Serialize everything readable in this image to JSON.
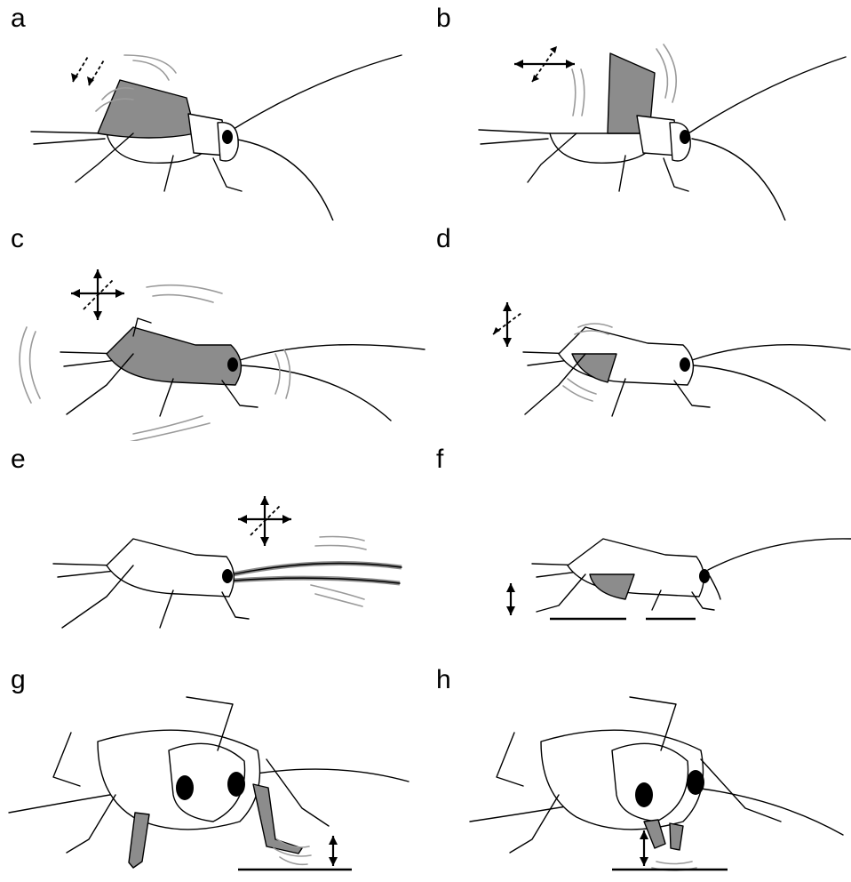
{
  "figure": {
    "panels": [
      {
        "id": "a",
        "label": "a",
        "highlight": "forewings",
        "view": "side"
      },
      {
        "id": "b",
        "label": "b",
        "highlight": "raised-forewings",
        "view": "side"
      },
      {
        "id": "c",
        "label": "c",
        "highlight": "whole-body",
        "view": "side"
      },
      {
        "id": "d",
        "label": "d",
        "highlight": "abdomen",
        "view": "side"
      },
      {
        "id": "e",
        "label": "e",
        "highlight": "antennae",
        "view": "side"
      },
      {
        "id": "f",
        "label": "f",
        "highlight": "abdomen-tapping-ground",
        "view": "side"
      },
      {
        "id": "g",
        "label": "g",
        "highlight": "foreleg",
        "view": "front"
      },
      {
        "id": "h",
        "label": "h",
        "highlight": "mouthparts",
        "view": "front"
      }
    ],
    "colors": {
      "highlight": "#8c8c8c",
      "vibration": "#9a9a9a",
      "outline": "#000000",
      "background": "#ffffff"
    }
  }
}
